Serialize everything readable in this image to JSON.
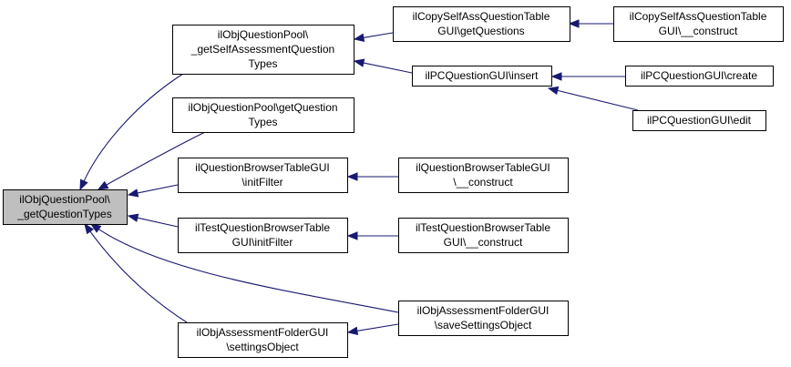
{
  "diagram": {
    "nodes": [
      {
        "id": "root",
        "lines": [
          "ilObjQuestionPool\\",
          "_getQuestionTypes"
        ],
        "highlighted": true
      },
      {
        "id": "selfassess",
        "lines": [
          "ilObjQuestionPool\\",
          "_getSelfAssessmentQuestion",
          "Types"
        ]
      },
      {
        "id": "getqtypes",
        "lines": [
          "ilObjQuestionPool\\getQuestion",
          "Types"
        ]
      },
      {
        "id": "qbrowser",
        "lines": [
          "ilQuestionBrowserTableGUI",
          "\\initFilter"
        ]
      },
      {
        "id": "tqbrowser",
        "lines": [
          "ilTestQuestionBrowserTable",
          "GUI\\initFilter"
        ]
      },
      {
        "id": "afsettings",
        "lines": [
          "ilObjAssessmentFolderGUI",
          "\\settingsObject"
        ]
      },
      {
        "id": "copygetq",
        "lines": [
          "ilCopySelfAssQuestionTable",
          "GUI\\getQuestions"
        ]
      },
      {
        "id": "pcinsert",
        "lines": [
          "ilPCQuestionGUI\\insert"
        ]
      },
      {
        "id": "qbconstruct",
        "lines": [
          "ilQuestionBrowserTableGUI",
          "\\__construct"
        ]
      },
      {
        "id": "tqbconstruct",
        "lines": [
          "ilTestQuestionBrowserTable",
          "GUI\\__construct"
        ]
      },
      {
        "id": "afsave",
        "lines": [
          "ilObjAssessmentFolderGUI",
          "\\saveSettingsObject"
        ]
      },
      {
        "id": "copyconstruct",
        "lines": [
          "ilCopySelfAssQuestionTable",
          "GUI\\__construct"
        ]
      },
      {
        "id": "pccreate",
        "lines": [
          "ilPCQuestionGUI\\create"
        ]
      },
      {
        "id": "pcedit",
        "lines": [
          "ilPCQuestionGUI\\edit"
        ]
      }
    ],
    "edges": [
      {
        "from": "selfassess",
        "to": "root"
      },
      {
        "from": "getqtypes",
        "to": "root"
      },
      {
        "from": "qbrowser",
        "to": "root"
      },
      {
        "from": "tqbrowser",
        "to": "root"
      },
      {
        "from": "afsave",
        "to": "root"
      },
      {
        "from": "afsettings",
        "to": "root"
      },
      {
        "from": "copygetq",
        "to": "selfassess"
      },
      {
        "from": "pcinsert",
        "to": "selfassess"
      },
      {
        "from": "copyconstruct",
        "to": "copygetq"
      },
      {
        "from": "pccreate",
        "to": "pcinsert"
      },
      {
        "from": "pcedit",
        "to": "pcinsert"
      },
      {
        "from": "qbconstruct",
        "to": "qbrowser"
      },
      {
        "from": "tqbconstruct",
        "to": "tqbrowser"
      },
      {
        "from": "afsave",
        "to": "afsettings"
      }
    ]
  }
}
